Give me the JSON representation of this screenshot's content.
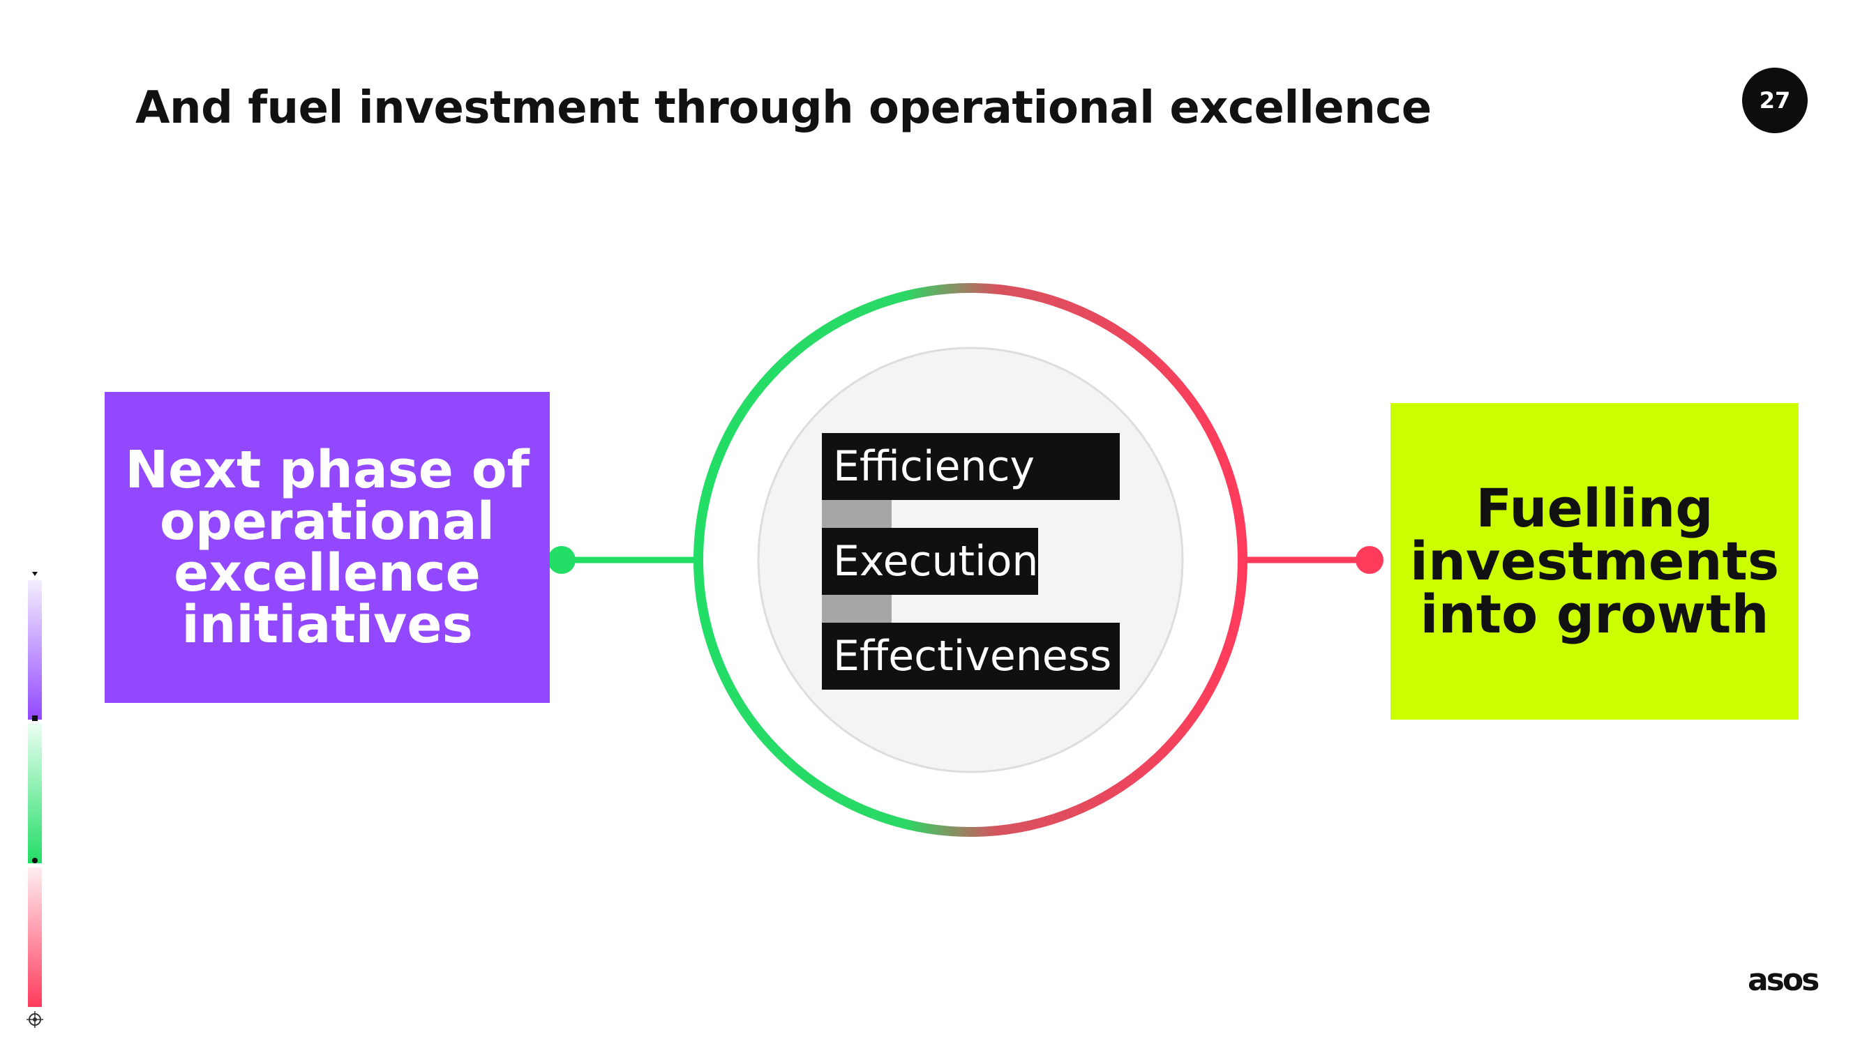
{
  "slide": {
    "title": "And fuel investment through operational excellence",
    "page_number": "27",
    "logo_text": "asos"
  },
  "left_box": {
    "text": "Next phase of\noperational\nexcellence\ninitiatives",
    "color": "#9248ff"
  },
  "right_box": {
    "text": "Fuelling\ninvestments\ninto growth",
    "color": "#ccff00"
  },
  "center": {
    "labels": [
      "Efficiency",
      "Execution",
      "Effectiveness"
    ],
    "ring_colors": {
      "left": "#22dd66",
      "right": "#ff3b5c"
    },
    "inner_fill": "#f4f4f4"
  },
  "palette": {
    "purple": "#9248ff",
    "green": "#22dd66",
    "red": "#ff3b5c"
  }
}
